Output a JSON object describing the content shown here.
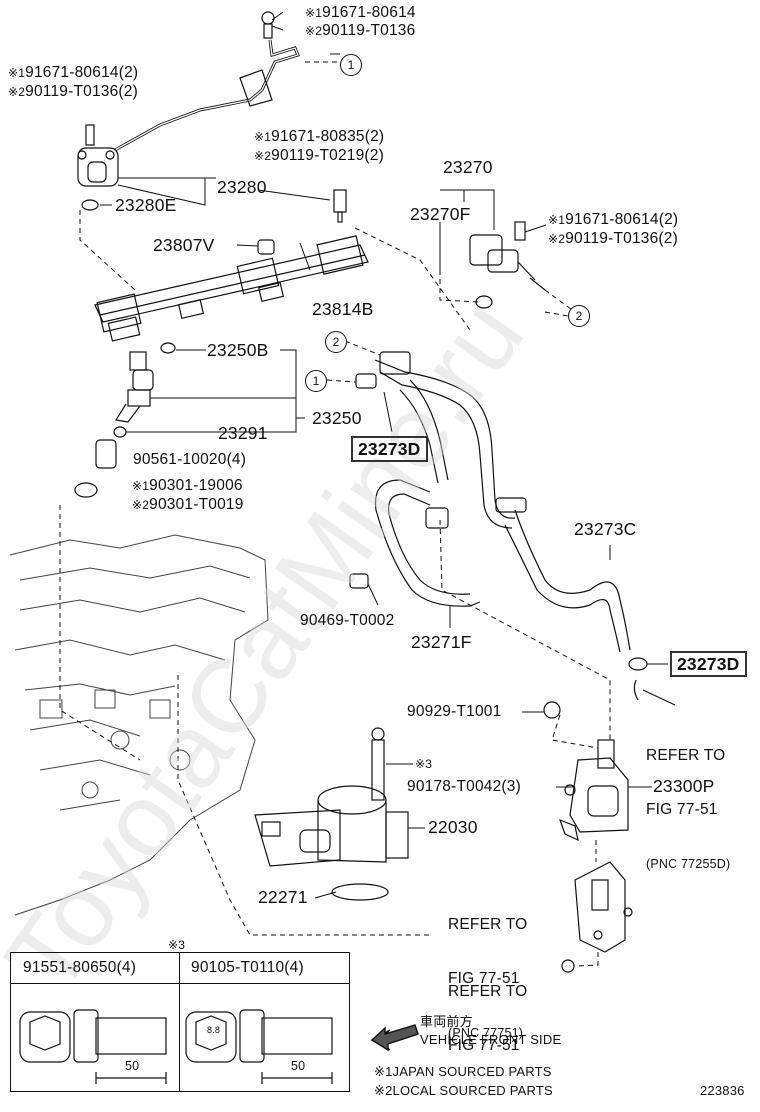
{
  "figure_id": "223836",
  "watermark": "ToyotaCatMine.ru",
  "parts": {
    "p_91671_80614_top": "91671-80614",
    "p_90119_T0136_top": "90119-T0136",
    "p_91671_80614_2_left": "91671-80614(2)",
    "p_90119_T0136_2_left": "90119-T0136(2)",
    "p_91671_80835": "91671-80835(2)",
    "p_90119_T0219": "90119-T0219(2)",
    "p_23270": "23270",
    "p_23270F": "23270F",
    "p_91671_80614_2_right": "91671-80614(2)",
    "p_90119_T0136_2_right": "90119-T0136(2)",
    "p_23280": "23280",
    "p_23280E": "23280E",
    "p_23807V": "23807V",
    "p_23814B": "23814B",
    "p_23250B": "23250B",
    "p_23250": "23250",
    "p_23291": "23291",
    "p_90561": "90561-10020(4)",
    "p_90301_19006": "90301-19006",
    "p_90301_T0019": "90301-T0019",
    "p_23273D_a": "23273D",
    "p_23273C": "23273C",
    "p_90469": "90469-T0002",
    "p_23271F": "23271F",
    "p_23273D_b": "23273D",
    "p_90929": "90929-T1001",
    "p_90178": "90178-T0042(3)",
    "p_23300P": "23300P",
    "p_22030": "22030",
    "p_22271": "22271"
  },
  "symbols": {
    "note1": "※1",
    "note2": "※2",
    "note3": "※3"
  },
  "callouts": {
    "c1": "1",
    "c2": "2"
  },
  "refs": {
    "ref1_line1": "REFER TO",
    "ref1_line2": "FIG 77-51",
    "ref1_line3": "(PNC 77255D)",
    "ref2_line1": "REFER TO",
    "ref2_line2": "FIG 77-51",
    "ref2_line3": "(PNC 77751)",
    "ref3_line1": "REFER TO",
    "ref3_line2": "FIG 77-51"
  },
  "bolt_table": {
    "col1": "91551-80650(4)",
    "col2": "90105-T0110(4)",
    "dim1": "50",
    "dim2": "50"
  },
  "legend": {
    "direction_jp": "車両前方",
    "direction_en": "VEHICLE FRONT SIDE",
    "note1_text": "JAPAN SOURCED PARTS",
    "note2_text": "LOCAL SOURCED PARTS"
  }
}
